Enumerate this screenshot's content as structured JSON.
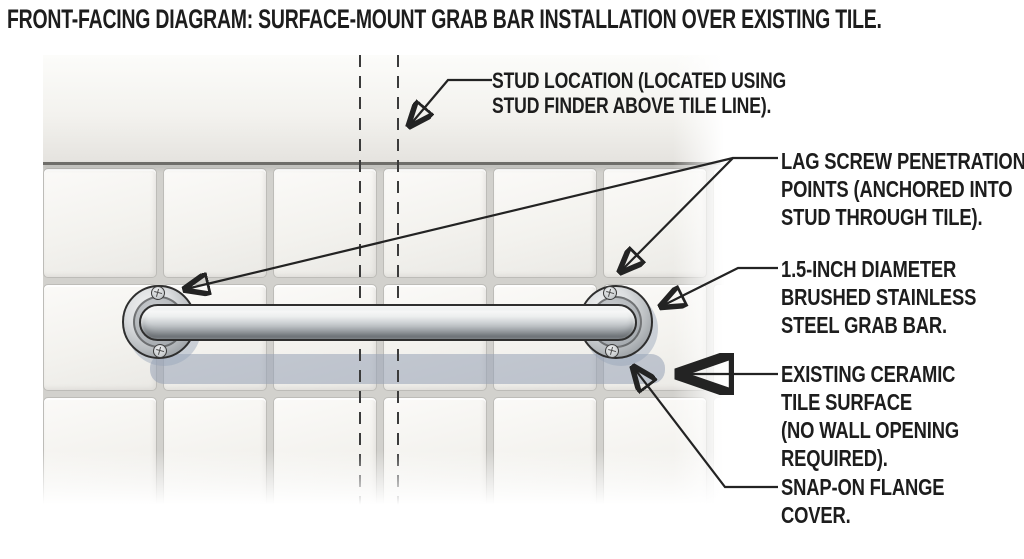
{
  "title": "FRONT-FACING DIAGRAM: SURFACE-MOUNT GRAB BAR INSTALLATION OVER EXISTING TILE.",
  "callouts": {
    "stud_location": {
      "lines": [
        "STUD LOCATION (LOCATED USING",
        "STUD FINDER ABOVE TILE LINE)."
      ]
    },
    "lag_screws": {
      "lines": [
        "LAG SCREW PENETRATION",
        "POINTS (ANCHORED INTO",
        "STUD THROUGH TILE)."
      ]
    },
    "grab_bar": {
      "lines": [
        "1.5-INCH DIAMETER",
        "BRUSHED STAINLESS",
        "STEEL GRAB BAR."
      ]
    },
    "tile_surface": {
      "lines": [
        "EXISTING CERAMIC",
        "TILE SURFACE",
        "(NO WALL OPENING",
        "REQUIRED)."
      ]
    },
    "flange_cover": {
      "lines": [
        "SNAP-ON FLANGE",
        "COVER."
      ]
    }
  },
  "colors": {
    "ink": "#1d1d1d",
    "leader_line": "#232323",
    "steel_light": "#f4f5f5",
    "steel_dark": "#82868b",
    "shadow_tint": "#97a3b7",
    "tile_face": "#f4f3ef",
    "grout": "#d2d1cd"
  }
}
